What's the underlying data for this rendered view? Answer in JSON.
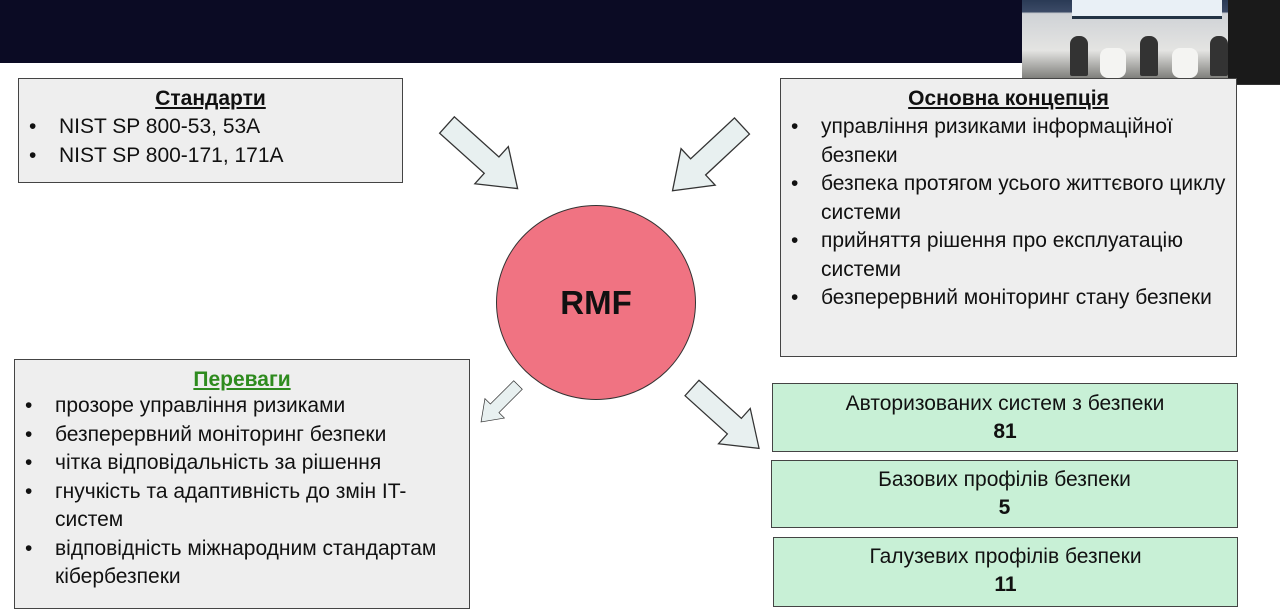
{
  "standards": {
    "title": "Стандарти",
    "items": [
      "NIST SP 800-53, 53A",
      "NIST SP 800-171, 171A"
    ]
  },
  "concept": {
    "title": "Основна концепція",
    "items": [
      "управління ризиками інформаційної безпеки",
      "безпека протягом усього життєвого циклу системи",
      "прийняття рішення про експлуатацію системи",
      "безперервний моніторинг стану безпеки"
    ]
  },
  "center": {
    "label": "RMF"
  },
  "advantages": {
    "title": "Переваги",
    "items": [
      "прозоре управління ризиками",
      "безперервний моніторинг безпеки",
      "чітка відповідальність за рішення",
      "гнучкість та адаптивність до змін IT-систем",
      "відповідність міжнародним стандартам кібербезпеки"
    ]
  },
  "stats": [
    {
      "label": "Авторизованих систем з безпеки",
      "value": "81"
    },
    {
      "label": "Базових профілів безпеки",
      "value": "5"
    },
    {
      "label": "Галузевих профілів безпеки",
      "value": "11"
    }
  ],
  "colors": {
    "circle": "#f07382",
    "green_box": "#c8f0d6",
    "advantages_title": "#2e8b1e"
  }
}
